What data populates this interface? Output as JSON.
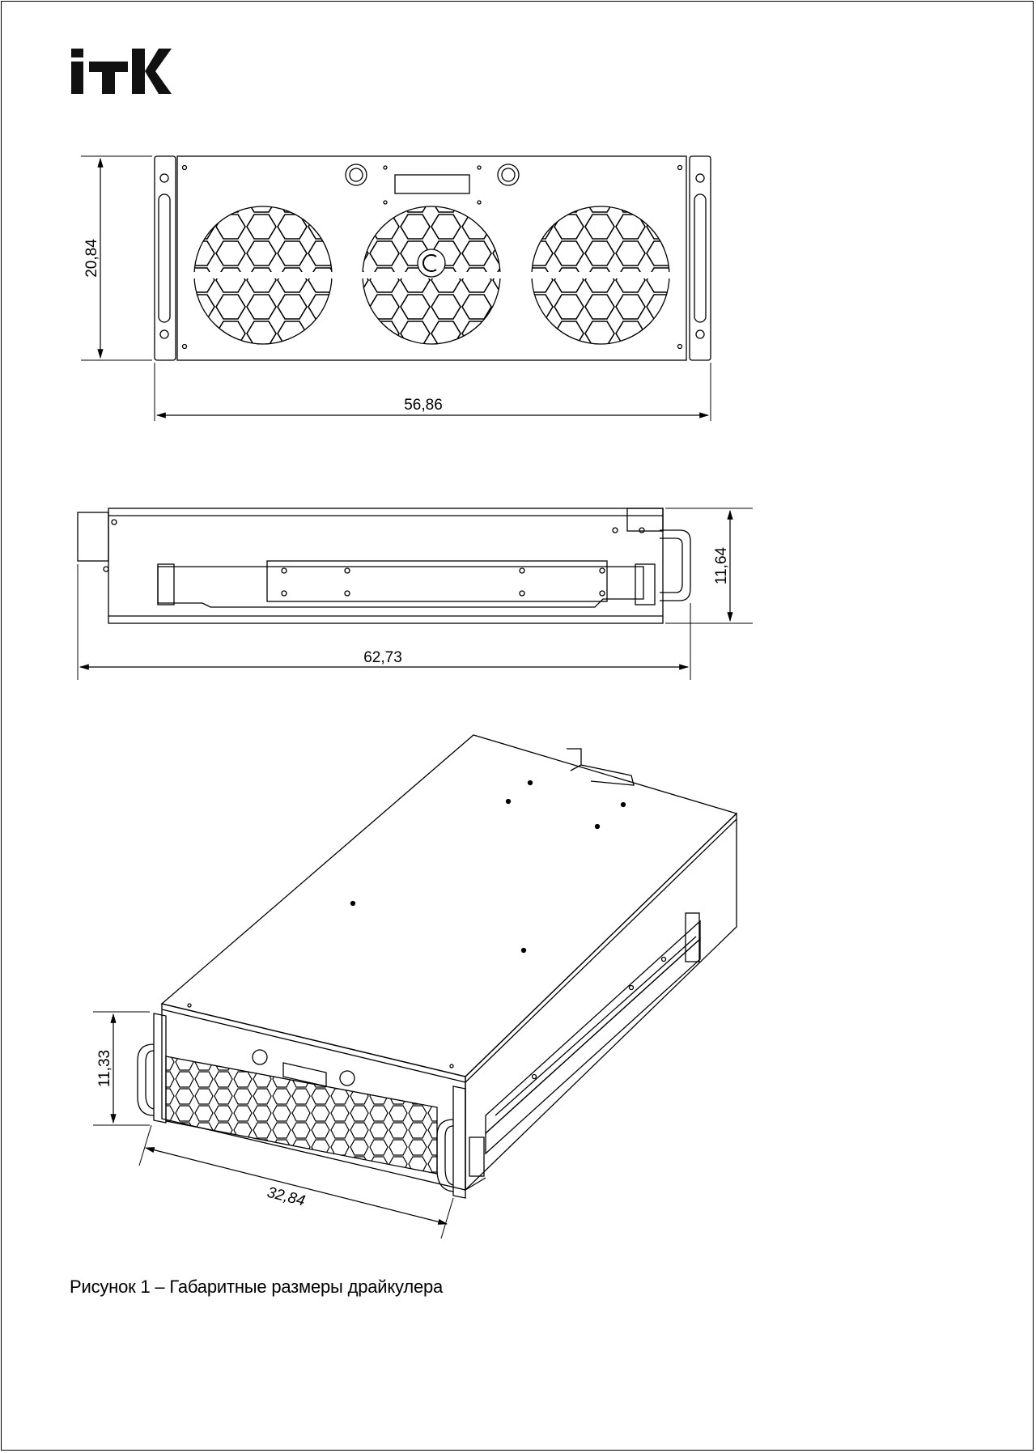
{
  "brand": {
    "logo_text": "ITK"
  },
  "views": {
    "front": {
      "height_label": "20,84",
      "width_label": "56,86"
    },
    "side": {
      "height_label": "11,64",
      "depth_label": "62,73"
    },
    "isometric": {
      "height_label": "11,33",
      "width_label": "32,84"
    }
  },
  "caption": "Рисунок 1 – Габаритные размеры драйкулера"
}
